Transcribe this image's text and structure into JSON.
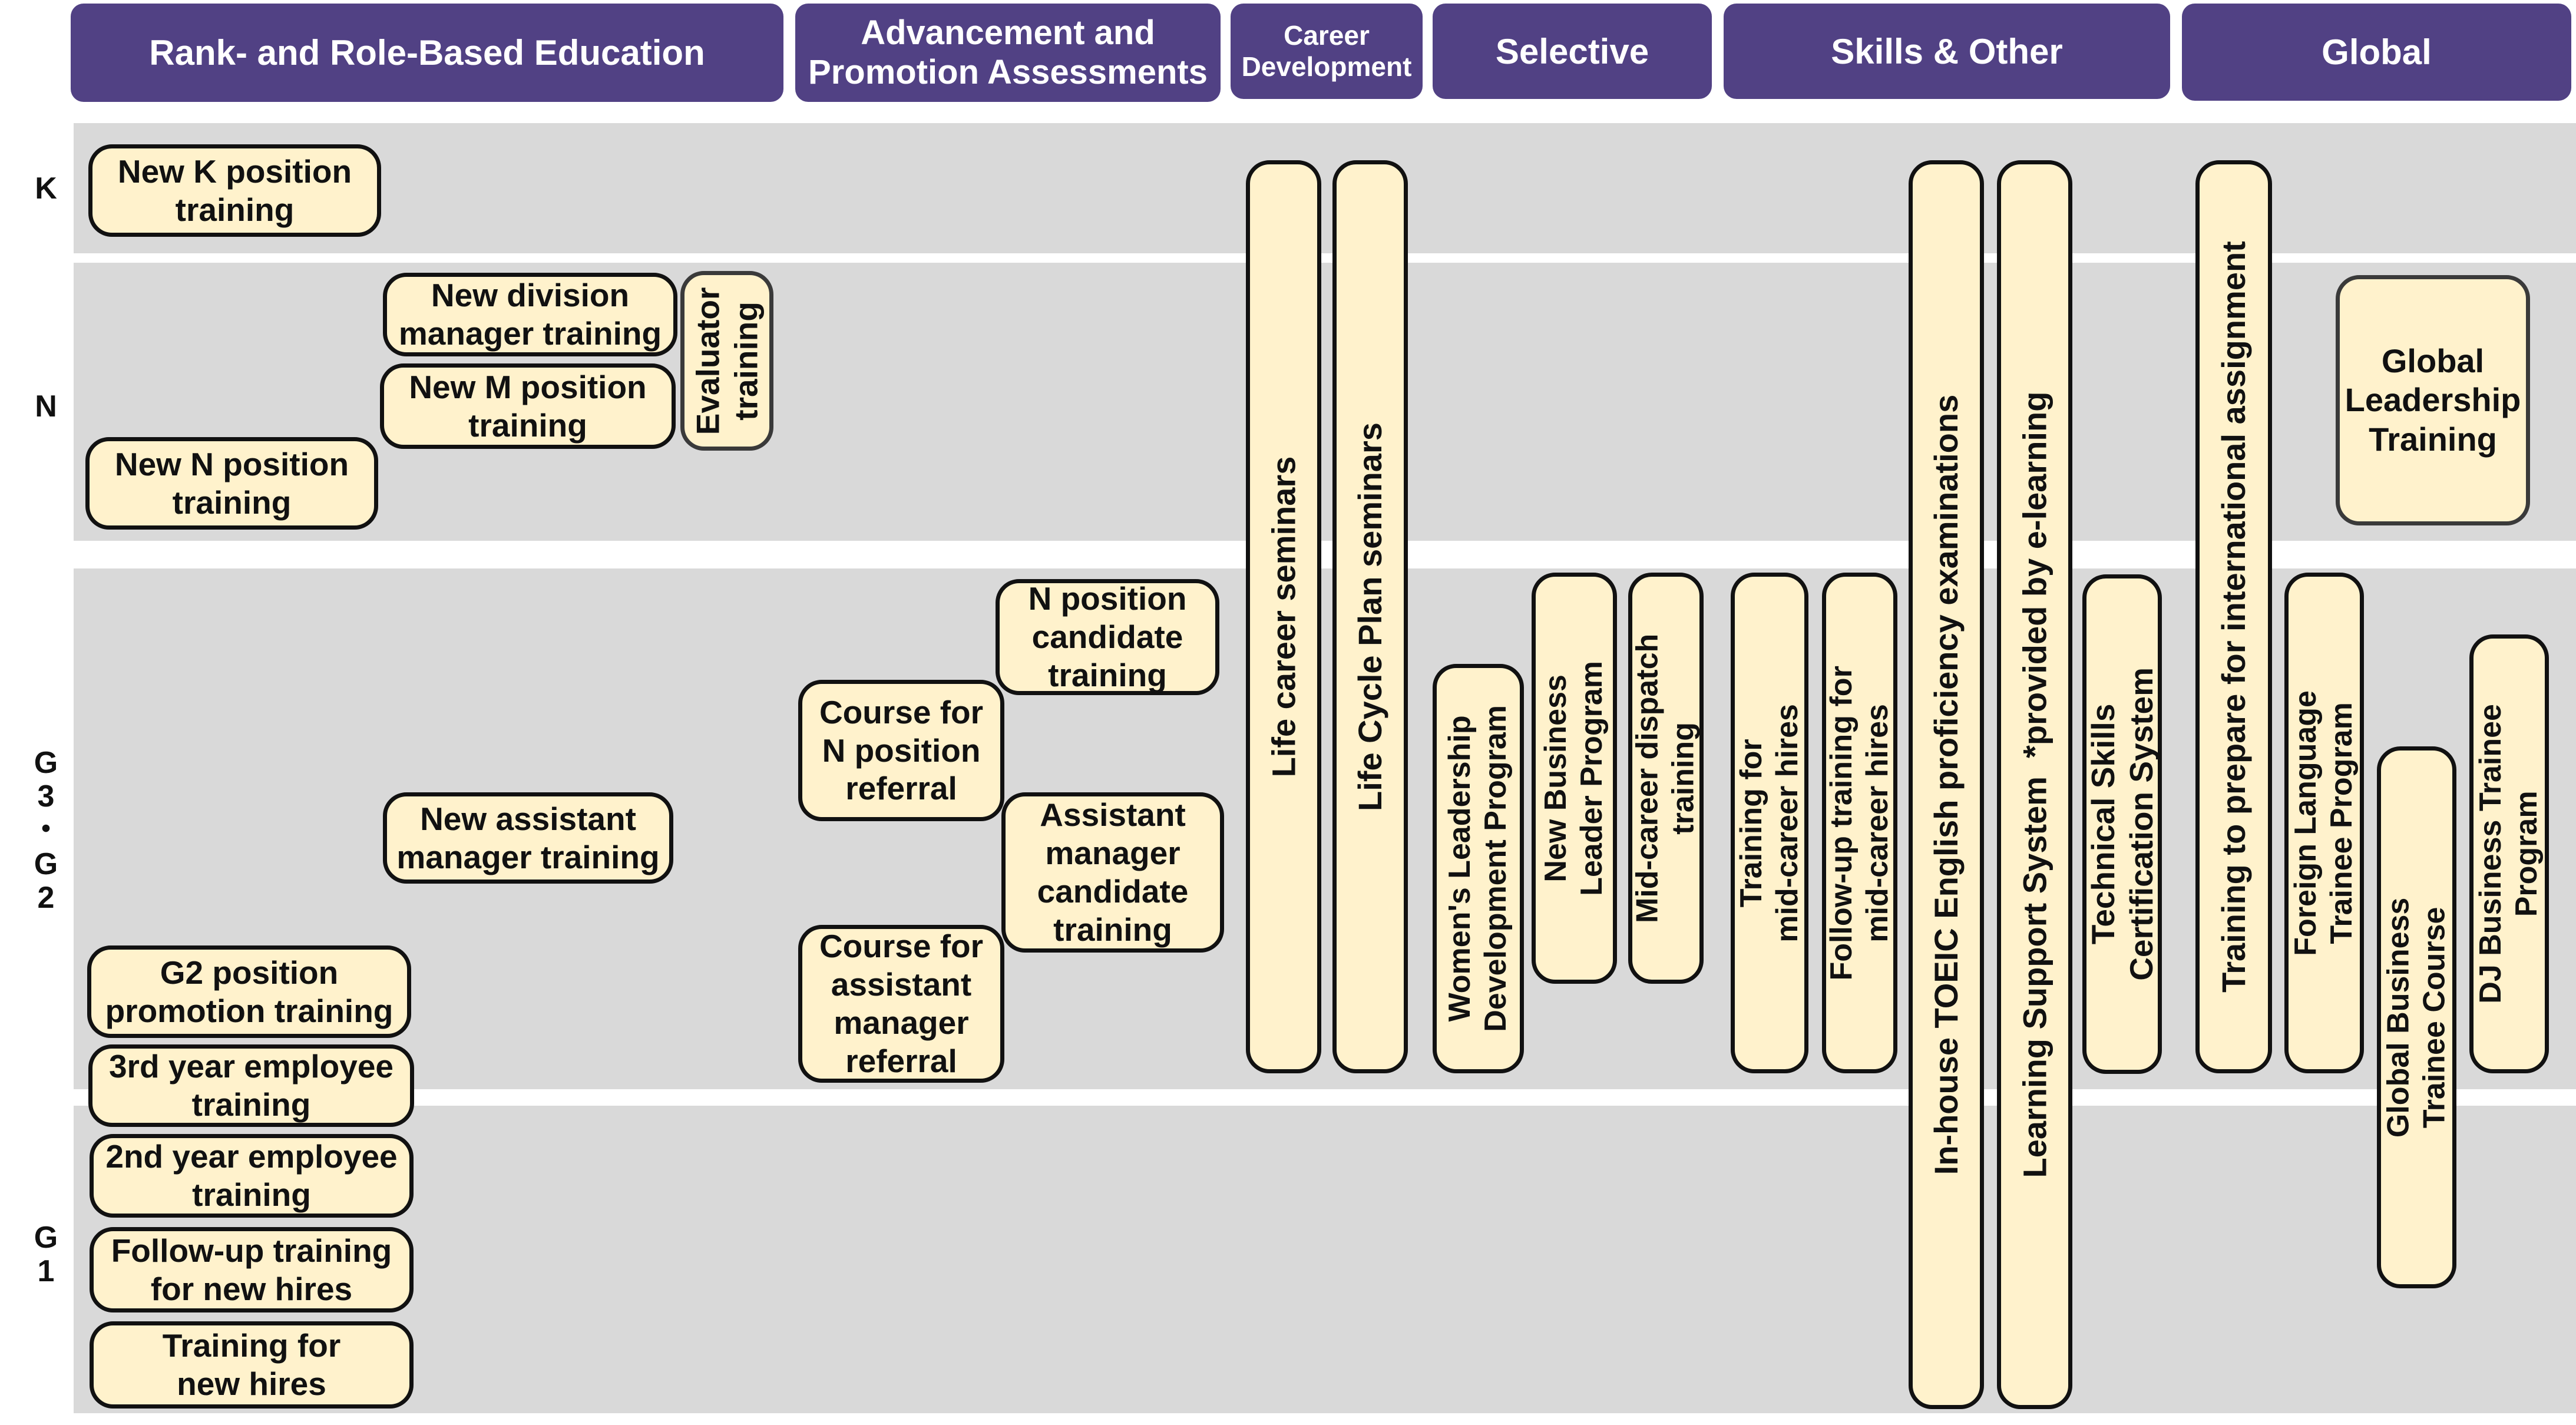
{
  "headers": {
    "rank": "Rank- and Role-Based Education",
    "advancement": "Advancement and\nPromotion Assessments",
    "career": "Career\nDevelopment",
    "selective": "Selective",
    "skills": "Skills & Other",
    "global": "Global"
  },
  "rows": {
    "k": "K",
    "n": "N",
    "g3g2": "G\n3\n・\nG\n2",
    "g1": "G\n1"
  },
  "programs": {
    "new_k": "New K position\ntraining",
    "new_division_manager": "New division\nmanager training",
    "new_m": "New M position\ntraining",
    "evaluator": "Evaluator\ntraining",
    "new_n": "New N position\ntraining",
    "new_assistant_manager": "New assistant\nmanager training",
    "g2_promotion": "G2 position\npromotion training",
    "third_year": "3rd year employee\ntraining",
    "second_year": "2nd year employee\ntraining",
    "followup_new_hires": "Follow-up training\nfor new hires",
    "training_new_hires": "Training for\nnew hires",
    "n_candidate": "N position\ncandidate\ntraining",
    "course_n_referral": "Course for\nN position\nreferral",
    "am_candidate": "Assistant\nmanager\ncandidate\ntraining",
    "course_am_referral": "Course for\nassistant\nmanager\nreferral",
    "life_career": "Life career seminars",
    "life_cycle_plan": "Life Cycle Plan seminars",
    "womens_leadership": "Women's Leadership\nDevelopment Program",
    "new_business_leader": "New Business\nLeader Program",
    "mid_career_dispatch": "Mid-career dispatch\ntraining",
    "training_mid_career": "Training for\nmid-career hires",
    "followup_mid_career": "Follow-up training for\nmid-career hires",
    "toeic": "In-house TOEIC English proficiency examinations",
    "learning_support": "Learning Support System  *provided by e-learning",
    "technical_skills": "Technical Skills\nCertification System",
    "intl_assignment": "Training to prepare for international assignment",
    "global_leadership": "Global\nLeadership\nTraining",
    "foreign_language": "Foreign Language\nTrainee Program",
    "global_business_course": "Global Business\nTrainee Course",
    "dj_business": "DJ Business Trainee\nProgram"
  }
}
